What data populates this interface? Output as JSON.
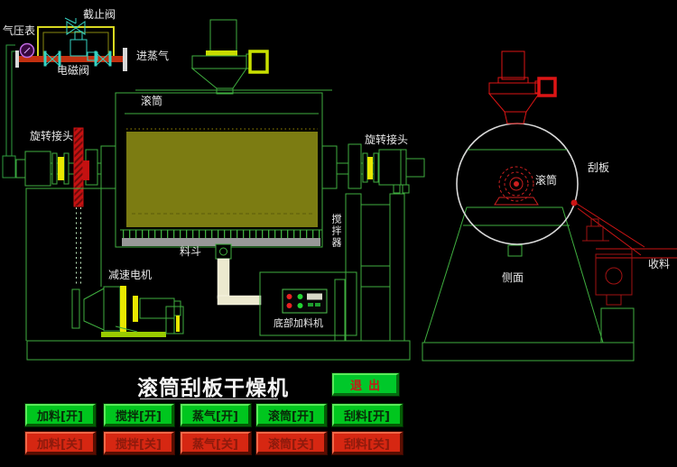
{
  "piping": {
    "pressure_gauge_label": "气压表",
    "stop_valve_label": "截止阀",
    "solenoid_valve_label": "电磁阀",
    "steam_inlet_label": "进蒸气"
  },
  "front_view": {
    "drum_label": "滚筒",
    "rotary_joint_left_label": "旋转接头",
    "rotary_joint_right_label": "旋转接头",
    "agitator_label": "搅拌器",
    "hopper_label": "料斗",
    "gear_motor_label": "减速电机",
    "bottom_feeder_label": "底部加料机"
  },
  "side_view": {
    "scraper_label": "刮板",
    "drum_label": "滚筒",
    "side_label": "侧面",
    "collect_label": "收料"
  },
  "footer": {
    "title": "滚筒刮板干燥机",
    "exit_label": "退出"
  },
  "controls": {
    "on": [
      "加料[开]",
      "搅拌[开]",
      "蒸气[开]",
      "滚筒[开]",
      "刮料[开]"
    ],
    "off": [
      "加料[关]",
      "搅拌[关]",
      "蒸气[关]",
      "滚筒[关]",
      "刮料[关]"
    ]
  },
  "colors": {
    "line_green": "#3fae3f",
    "bright_red": "#dd1515",
    "dark_red": "#a01212",
    "valve_cyan": "#35d3c3",
    "pipe_yellow": "#d8d820",
    "gauge_purple": "#c06ae0",
    "drum_fill_olive": "#7c7c12",
    "button_on_green": "#00c61e",
    "button_off_red": "#d62712"
  }
}
